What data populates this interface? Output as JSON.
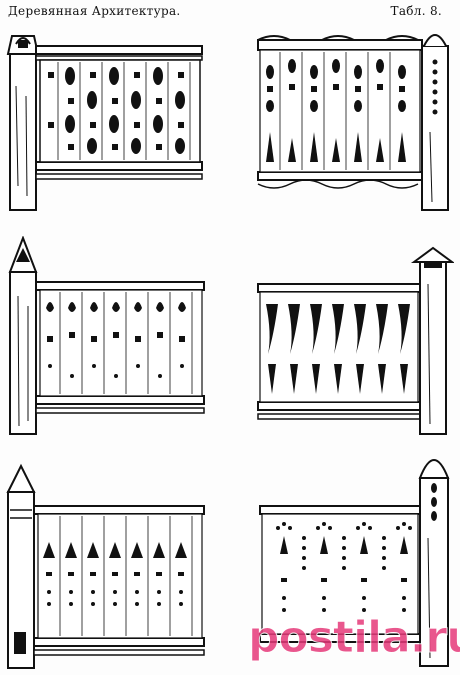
{
  "header": {
    "title": "Деревянная Архитектура.",
    "table_label": "Табл. 8."
  },
  "panels": [
    {
      "name": "railing-panel-1",
      "variant": "post-left"
    },
    {
      "name": "railing-panel-2",
      "variant": "post-right"
    },
    {
      "name": "railing-panel-3",
      "variant": "post-left"
    },
    {
      "name": "railing-panel-4",
      "variant": "post-right"
    },
    {
      "name": "railing-panel-5",
      "variant": "post-left"
    },
    {
      "name": "railing-panel-6",
      "variant": "post-right"
    }
  ],
  "watermark": {
    "text": "postila.ru",
    "color": "#e63a7a"
  }
}
